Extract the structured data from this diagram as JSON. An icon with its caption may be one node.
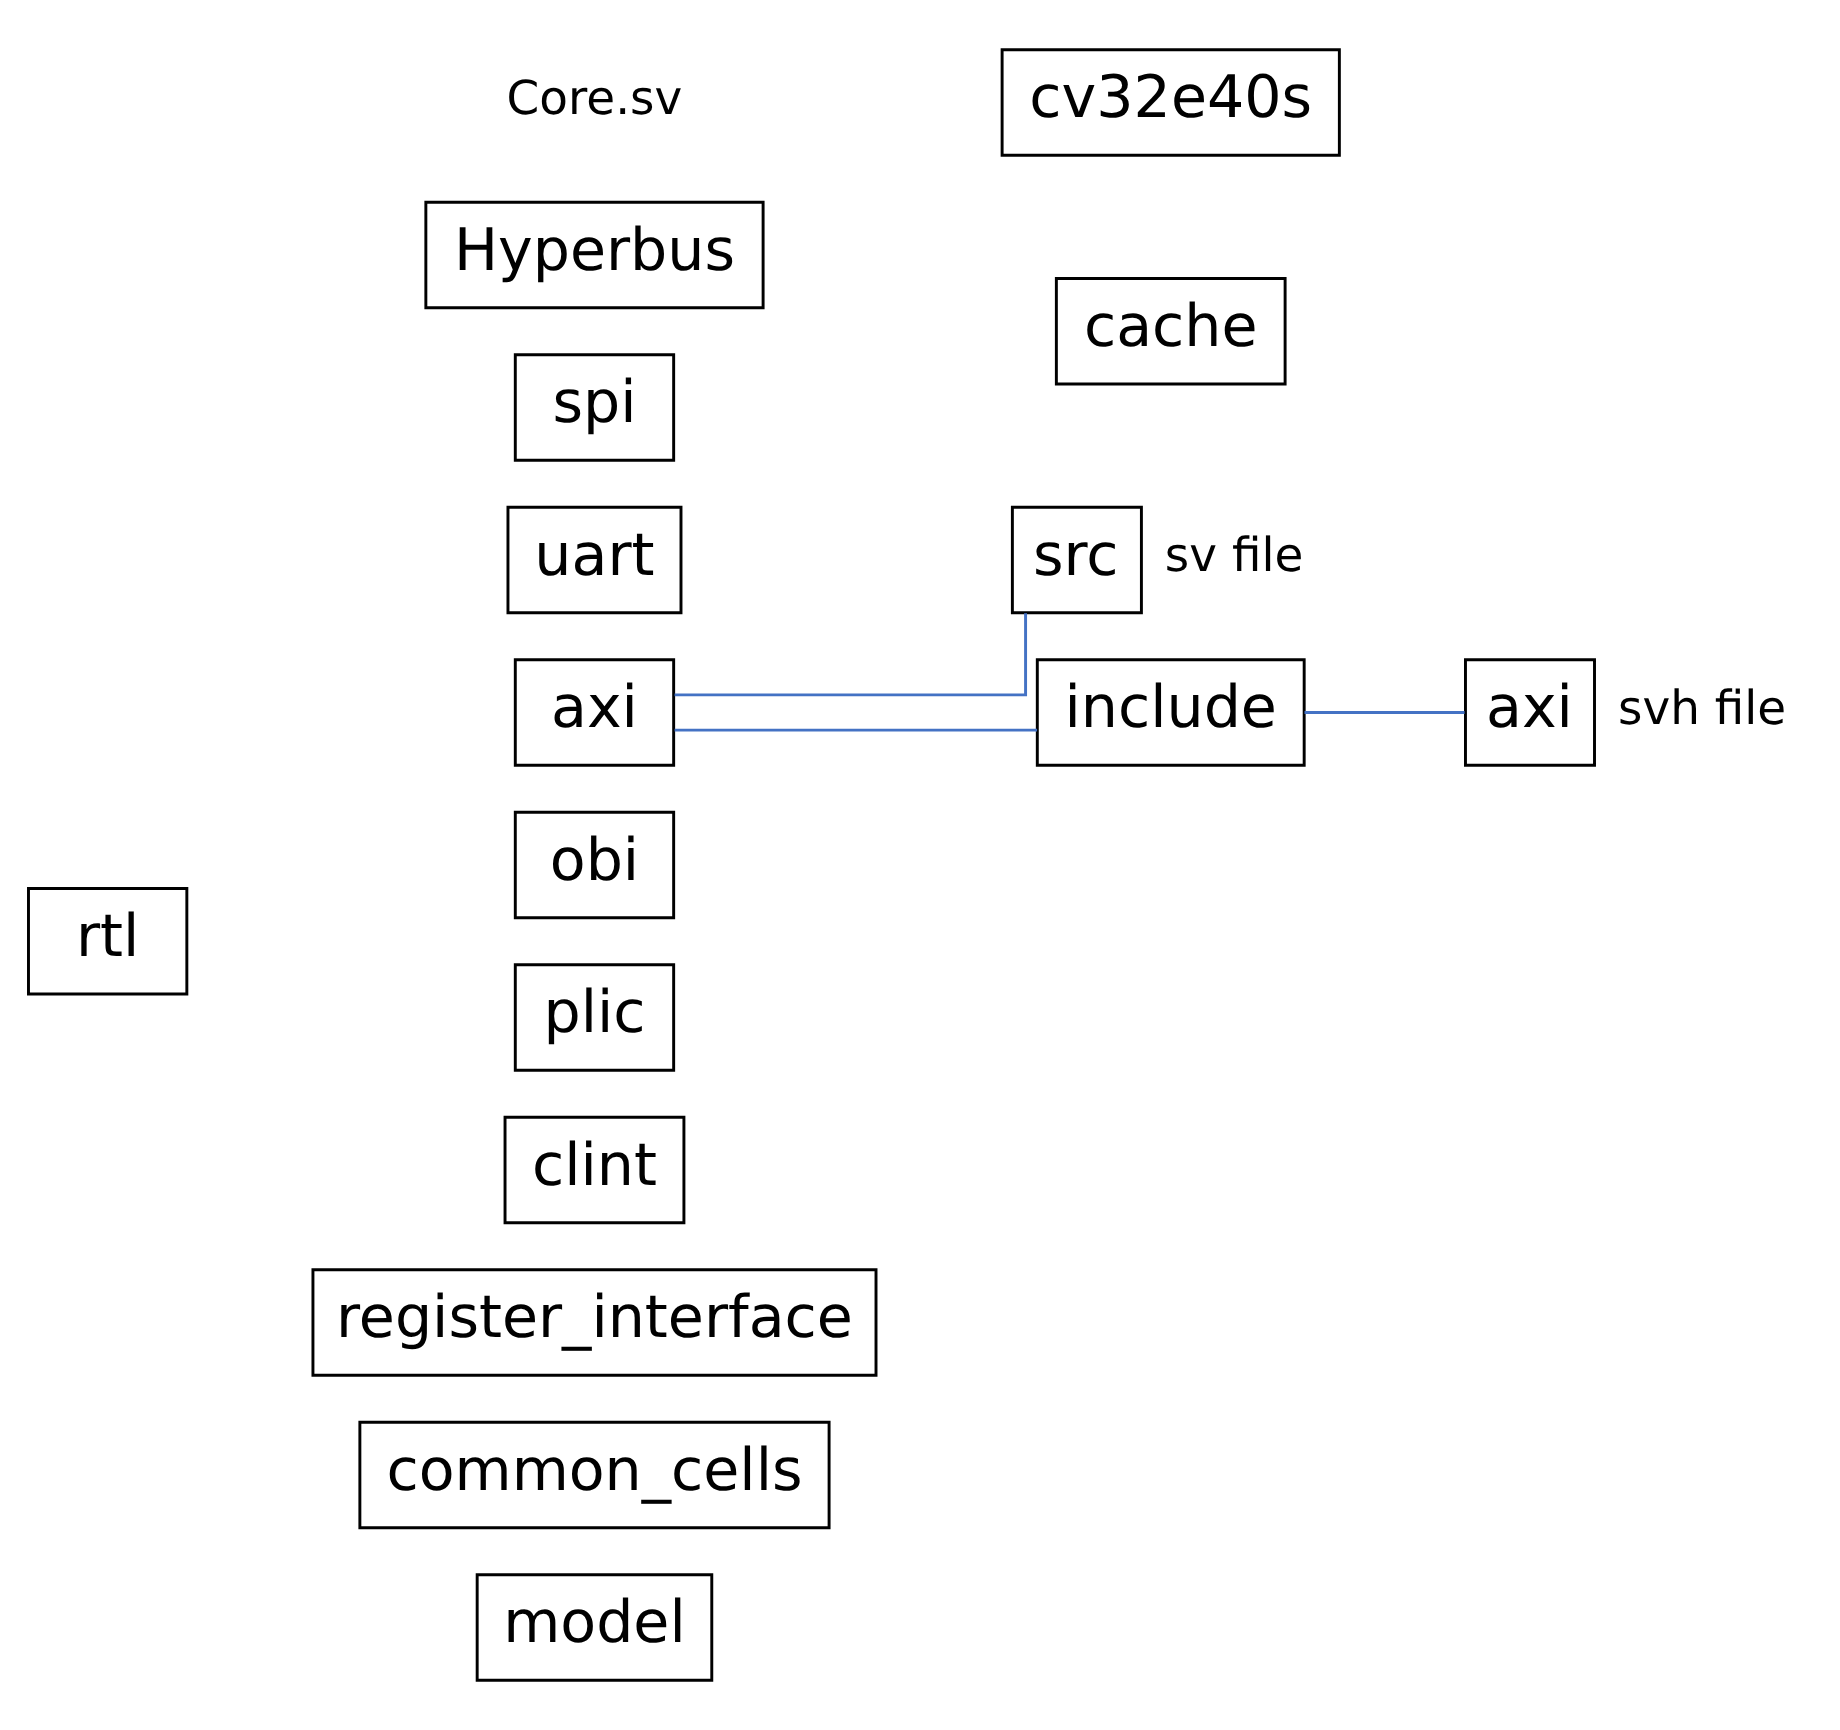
{
  "diagram": {
    "nodes": [
      {
        "text": [
          "rtl"
        ]
      },
      {
        "text": [
          "cv32e40s"
        ]
      },
      {
        "text": [
          "cache"
        ]
      },
      {
        "text": [
          "Hyperbus"
        ]
      },
      {
        "text": [
          "spi"
        ]
      },
      {
        "text": [
          "uart"
        ]
      },
      {
        "text": [
          "src"
        ],
        "beside": [
          "sv file"
        ]
      },
      {
        "text": [
          "axi"
        ]
      },
      {
        "text": [
          "include"
        ]
      },
      {
        "text": [
          "axi"
        ],
        "beside": [
          "svh file"
        ]
      },
      {
        "text": [
          "obi"
        ]
      },
      {
        "text": [
          "plic"
        ]
      },
      {
        "text": [
          "clint"
        ]
      },
      {
        "text": [
          "register_interface"
        ]
      },
      {
        "text": [
          "common_cells"
        ]
      },
      {
        "text": [
          "model"
        ]
      }
    ],
    "edges": [
      {
        "from": 7,
        "to": 6,
        "arrow": "none"
      },
      {
        "from": 7,
        "to": 8,
        "arrow": "none"
      },
      {
        "from": 8,
        "to": 9,
        "arrow": "none"
      }
    ],
    "labels": [
      "Core.sv"
    ]
  }
}
